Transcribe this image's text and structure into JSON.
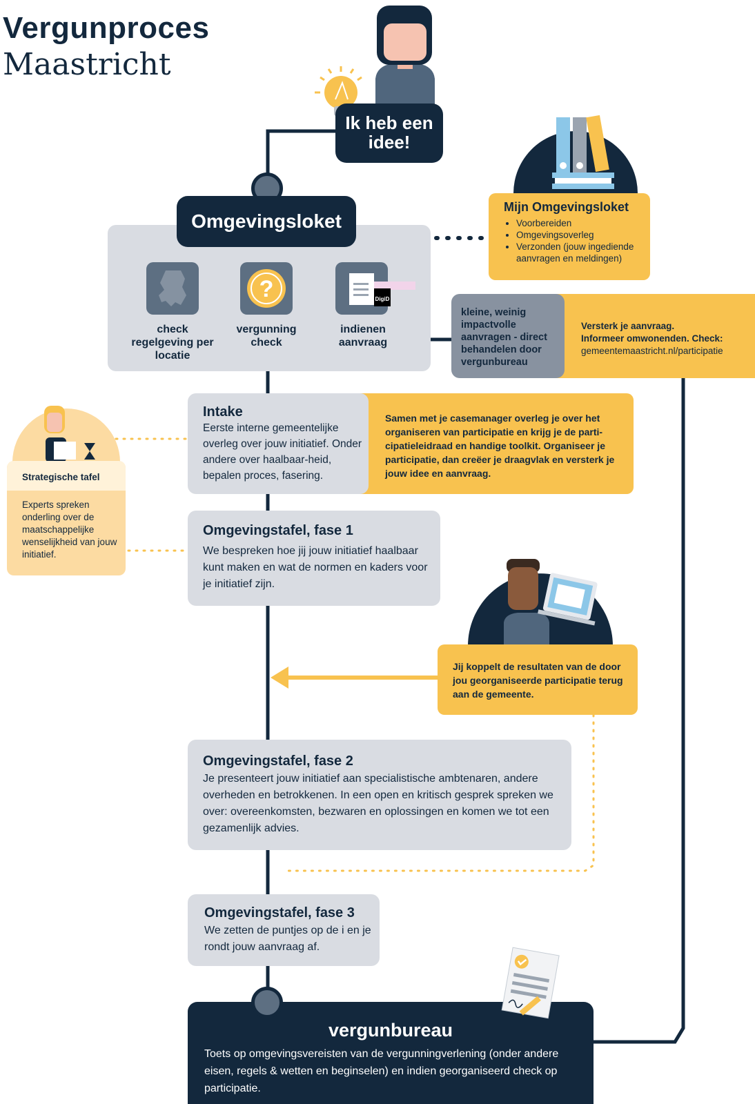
{
  "title": {
    "line1": "Vergunproces",
    "line2": "Maastricht"
  },
  "idea_bubble": "Ik heb een idee!",
  "omgevingsloket": {
    "title": "Omgevingsloket",
    "items": [
      {
        "label": "check regelgeving per locatie",
        "icon": "netherlands-map-icon"
      },
      {
        "label": "vergunning check",
        "icon": "question-icon"
      },
      {
        "label": "indienen aanvraag",
        "icon": "digid-document-icon"
      }
    ],
    "digid_label": "DigiD"
  },
  "mijn_omgevingsloket": {
    "title": "Mijn Omgevingsloket",
    "items": [
      "Voorbereiden",
      "Omgevingsoverleg",
      "Verzonden (jouw ingediende aanvragen en meldingen)"
    ]
  },
  "kleine_aanvragen": "kleine, weinig impactvolle aanvragen - direct behandelen door vergunbureau",
  "versterk": {
    "line1": "Versterk je aanvraag.",
    "line2": "Informeer omwonenden. Check:",
    "link": "gemeentemaastricht.nl/participatie"
  },
  "strategische_tafel": {
    "title": "Strategische tafel",
    "text": "Experts spreken onderling over de maatschappelijke wenselijkheid van jouw initiatief."
  },
  "intake": {
    "title": "Intake",
    "text": "Eerste interne gemeentelijke overleg over jouw initiatief. Onder andere over haalbaar-heid, bepalen proces, fasering.",
    "casemanager": "Samen met je casemanager overleg je over het organiseren van participatie en krijg je de parti-cipatieleidraad en handige toolkit. Organiseer je participatie, dan creëer je draagvlak en versterk je jouw idee en aanvraag."
  },
  "fase1": {
    "title": "Omgevingstafel, fase 1",
    "text": "We bespreken hoe jij jouw initiatief haalbaar kunt maken en wat de normen en kaders voor je initiatief zijn."
  },
  "resultaten": "Jij koppelt de resultaten van de door jou georganiseerde participatie terug aan de gemeente.",
  "fase2": {
    "title": "Omgevingstafel, fase 2",
    "text": "Je presenteert jouw initiatief aan specialistische ambtenaren, andere overheden en betrokkenen. In een open en kritisch gesprek spreken we over: overeenkomsten, bezwaren en oplossingen en komen we tot een gezamenlijk advies."
  },
  "fase3": {
    "title": "Omgevingstafel, fase 3",
    "text": "We zetten de puntjes op de i en je rondt jouw aanvraag af."
  },
  "vergunbureau": {
    "title": "vergunbureau",
    "text": "Toets op omgevingsvereisten van de vergunningverlening (onder andere eisen, regels & wetten en beginselen) en indien georganiseerd check op participatie."
  },
  "colors": {
    "navy": "#13283d",
    "yellow": "#f8c24f",
    "peach": "#fcdba2",
    "grey": "#d9dce2",
    "slate": "#8892a0"
  }
}
